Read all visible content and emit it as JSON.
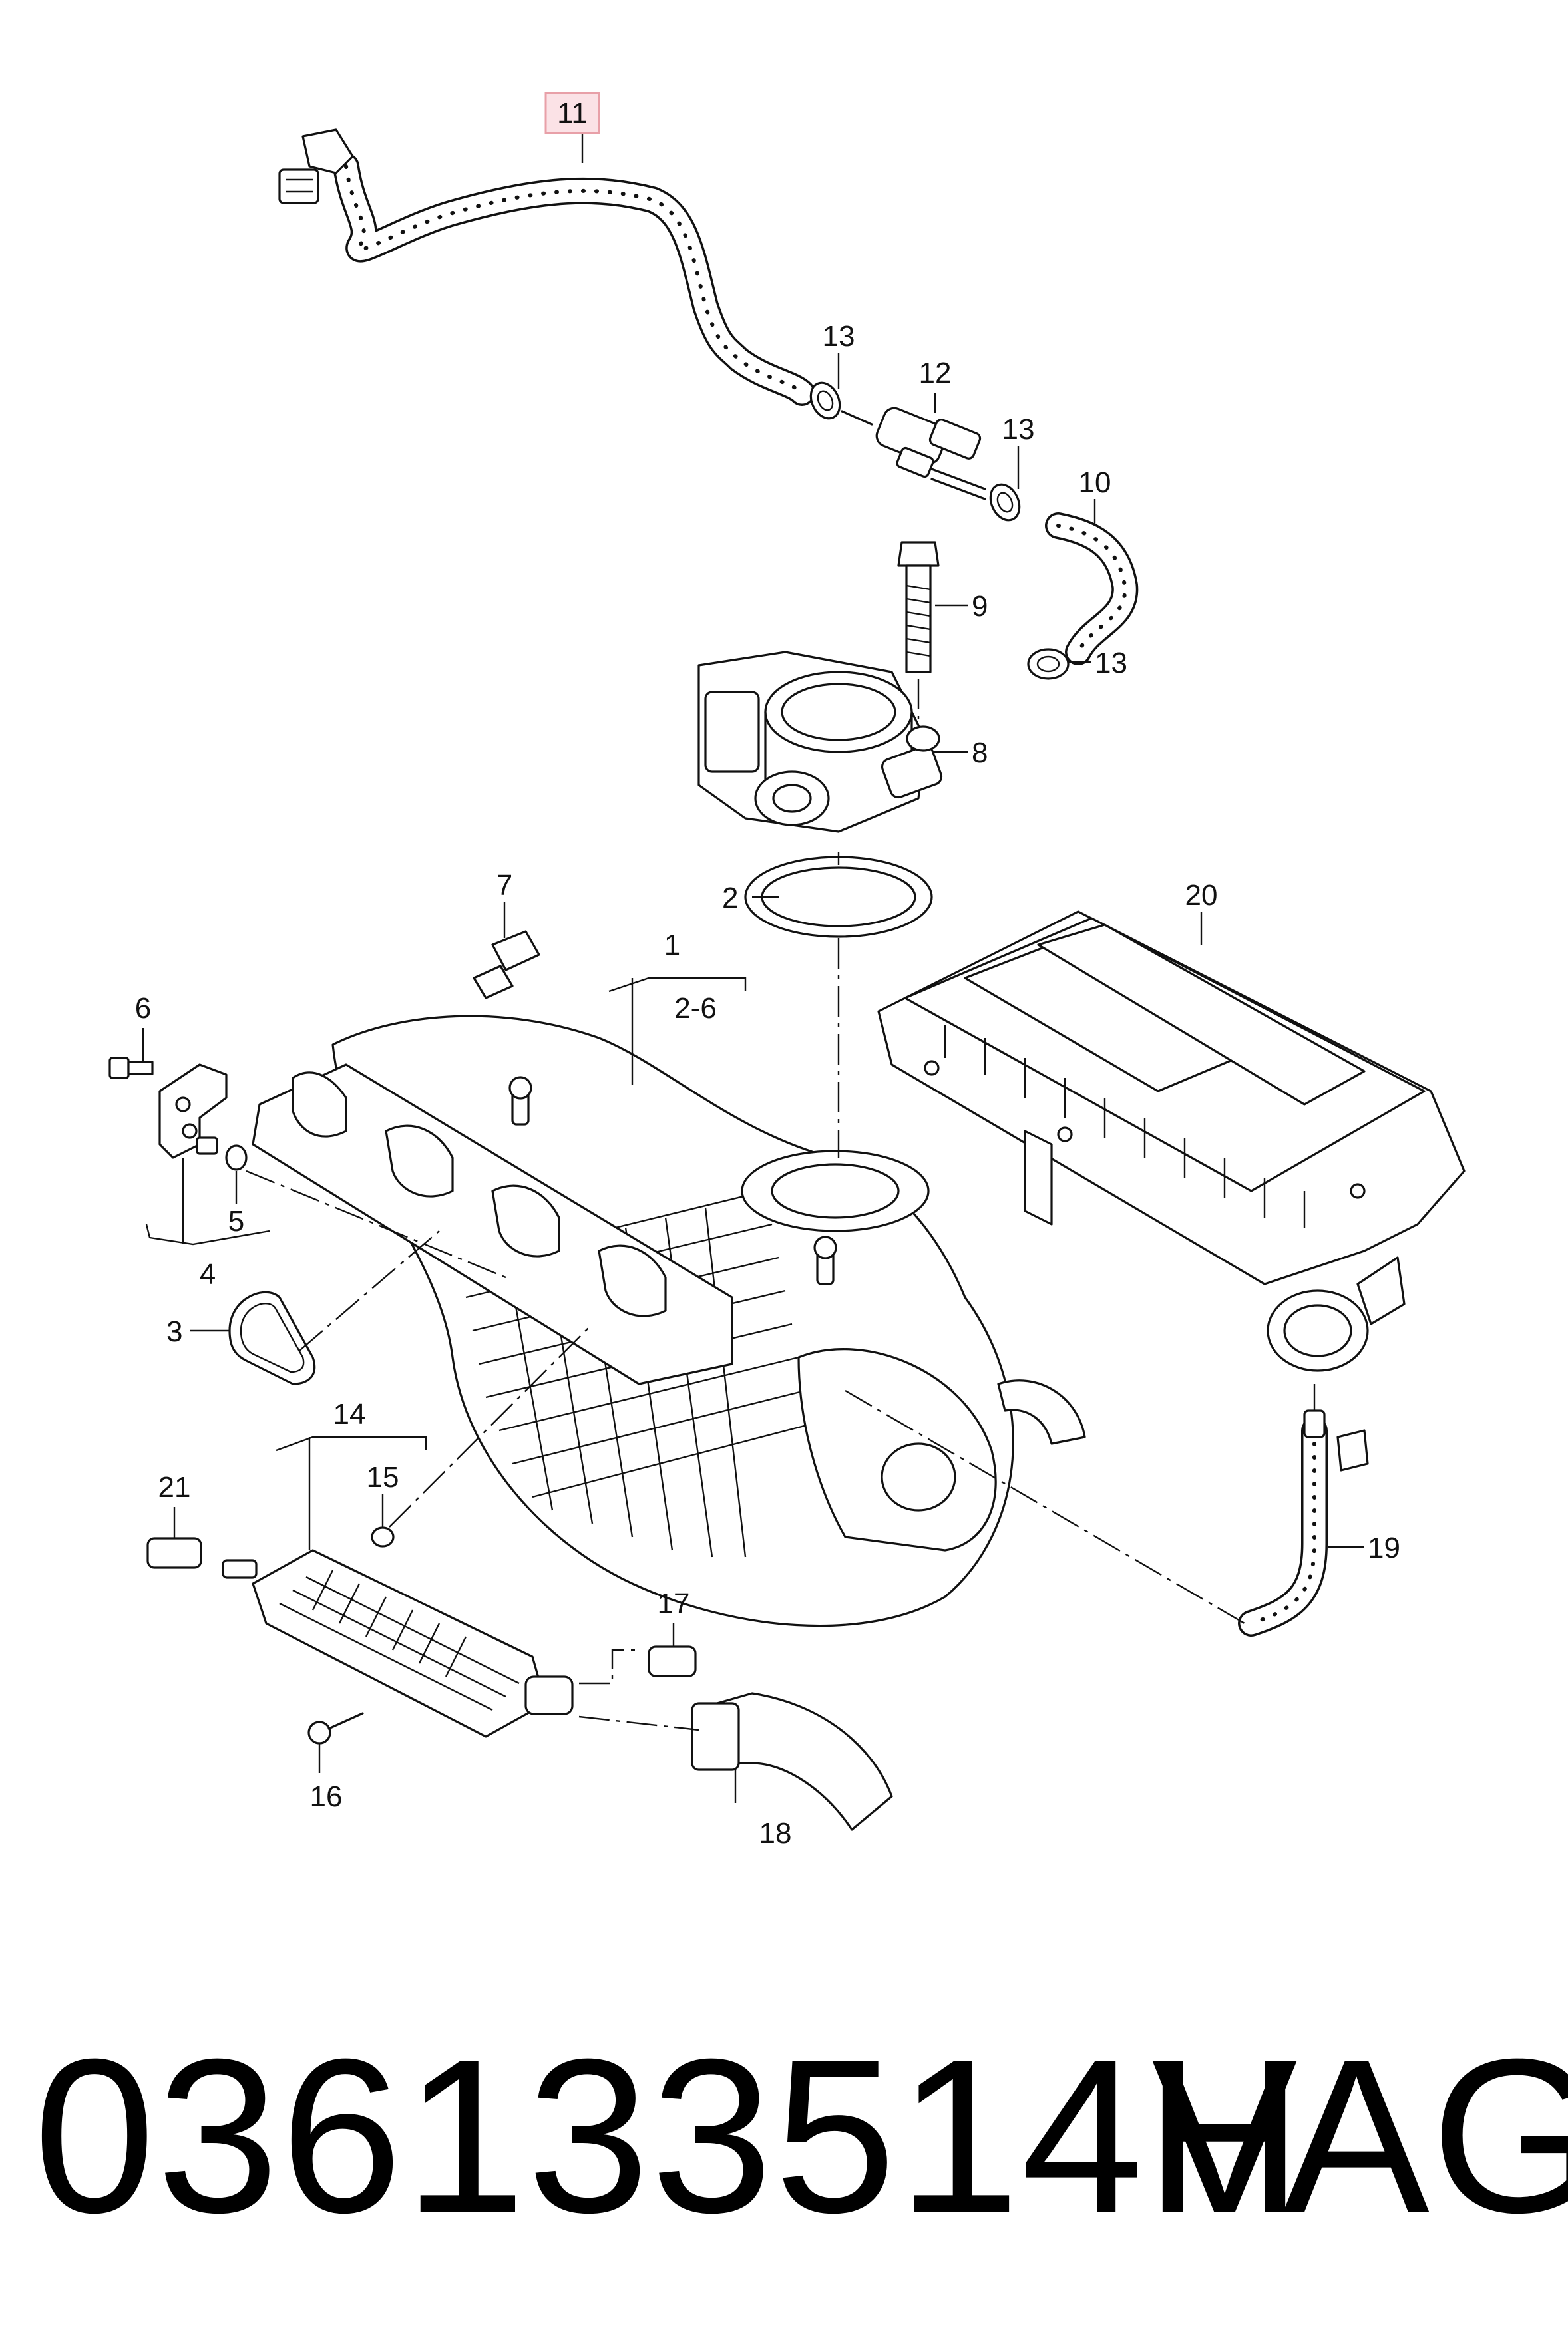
{
  "callouts": {
    "c1": "1",
    "c2_6": "2-6",
    "c2": "2",
    "c3": "3",
    "c4": "4",
    "c5": "5",
    "c6": "6",
    "c7": "7",
    "c8": "8",
    "c9": "9",
    "c10": "10",
    "c11": "11",
    "c12": "12",
    "c13a": "13",
    "c13b": "13",
    "c13c": "13",
    "c14": "14",
    "c15": "15",
    "c16": "16",
    "c17": "17",
    "c18": "18",
    "c19": "19",
    "c20": "20",
    "c21": "21"
  },
  "highlighted_callout": "11",
  "highlight_color": "#e8a0a8",
  "part_number": "036133514H",
  "brand": "VAG"
}
